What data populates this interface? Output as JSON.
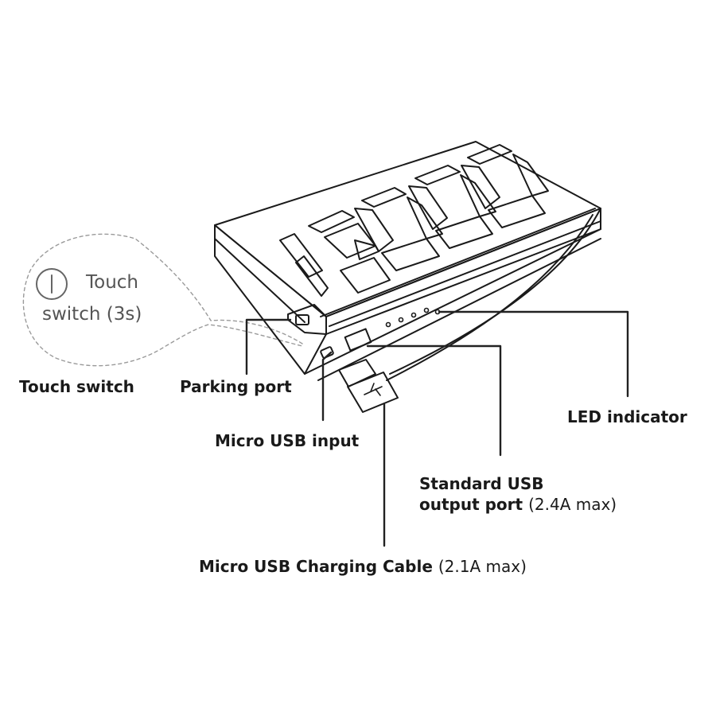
{
  "device": {
    "capacity_display": "13000"
  },
  "callout": {
    "line1": "Touch",
    "line2": "switch (3s)"
  },
  "labels": {
    "touch_switch": "Touch switch",
    "parking_port": "Parking port",
    "micro_usb_input": "Micro USB input",
    "led_indicator": "LED indicator",
    "standard_usb_line1": "Standard USB",
    "standard_usb_line2": "output port",
    "standard_usb_note": "(2.4A max)",
    "cable_label": "Micro USB Charging Cable",
    "cable_note": "(2.1A max)"
  },
  "colors": {
    "stroke": "#1a1a1a",
    "dashed": "#9a9a9a",
    "leader": "#222222",
    "callout_text": "#555555"
  },
  "icons": [
    "power-icon",
    "usb-trident-icon"
  ]
}
